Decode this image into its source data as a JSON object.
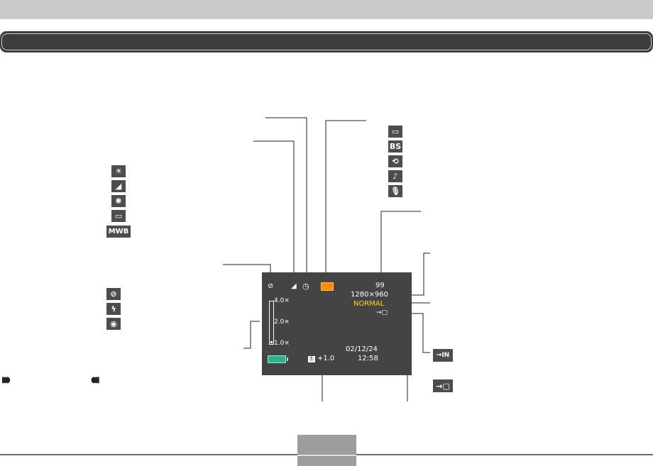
{
  "icons": {
    "right_column": [
      {
        "name": "single-frame-icon",
        "glyph": "▭"
      },
      {
        "name": "best-shot-icon",
        "glyph": "BS"
      },
      {
        "name": "movie-icon",
        "glyph": "⟲"
      },
      {
        "name": "music-note-icon",
        "glyph": "♪"
      },
      {
        "name": "microphone-icon",
        "glyph": "🎙"
      }
    ],
    "white_balance": [
      {
        "name": "sun-icon",
        "glyph": "☀"
      },
      {
        "name": "shade-icon",
        "glyph": "◢"
      },
      {
        "name": "tungsten-bulb-icon",
        "glyph": "✺"
      },
      {
        "name": "fluorescent-icon",
        "glyph": "▭"
      },
      {
        "name": "manual-white-balance-icon",
        "glyph": "MWB"
      }
    ],
    "flash": [
      {
        "name": "flash-off-icon",
        "glyph": "⊘"
      },
      {
        "name": "flash-on-icon",
        "glyph": "ϟ"
      },
      {
        "name": "red-eye-icon",
        "glyph": "◉"
      }
    ],
    "memory_glyph": "→IN",
    "card_glyph": "→▢"
  },
  "screen": {
    "shots_remaining": "99",
    "resolution": "1280×960",
    "quality": "NORMAL",
    "storage_indicator": "→▢",
    "date": "02/12/24",
    "time": "12:58",
    "exposure": "+1.0",
    "zoom_top": "4.0×",
    "zoom_mid": "2.0×",
    "zoom_bottom": "1.0×",
    "flash_glyph": "⊘",
    "wb_glyph": "◢",
    "self_timer_glyph": "◷"
  },
  "decor": {
    "arrows_left": "◗◗◗",
    "arrows_right": "◖◖◖"
  },
  "colors": {
    "title_bar": "#3c3c3c",
    "lcd_background": "#444444",
    "quality_text": "#ffd31e",
    "record_mode_mark": "#ff8a00",
    "battery": "#2db38a"
  }
}
